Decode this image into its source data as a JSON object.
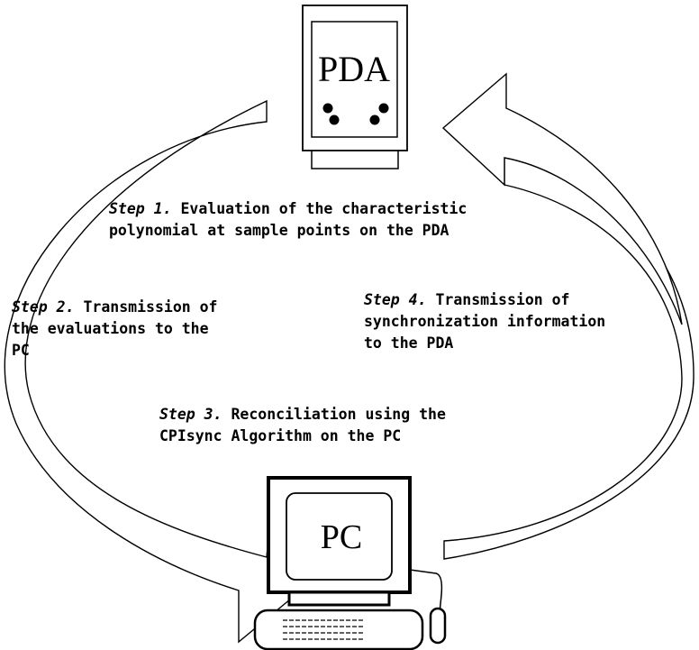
{
  "pda": {
    "label": "PDA"
  },
  "pc": {
    "label": "PC"
  },
  "steps": [
    {
      "lead": "Step 1.",
      "line1": " Evaluation of the characteristic",
      "line2": "polynomial at sample points on the PDA",
      "line3": ""
    },
    {
      "lead": "Step 2.",
      "line1": " Transmission of",
      "line2": "the evaluations to the",
      "line3": "PC"
    },
    {
      "lead": "Step 3.",
      "line1": " Reconciliation using the",
      "line2": "CPIsync Algorithm on the PC",
      "line3": ""
    },
    {
      "lead": "Step 4.",
      "line1": " Transmission of",
      "line2": "synchronization information",
      "line3": "to the PDA"
    }
  ]
}
